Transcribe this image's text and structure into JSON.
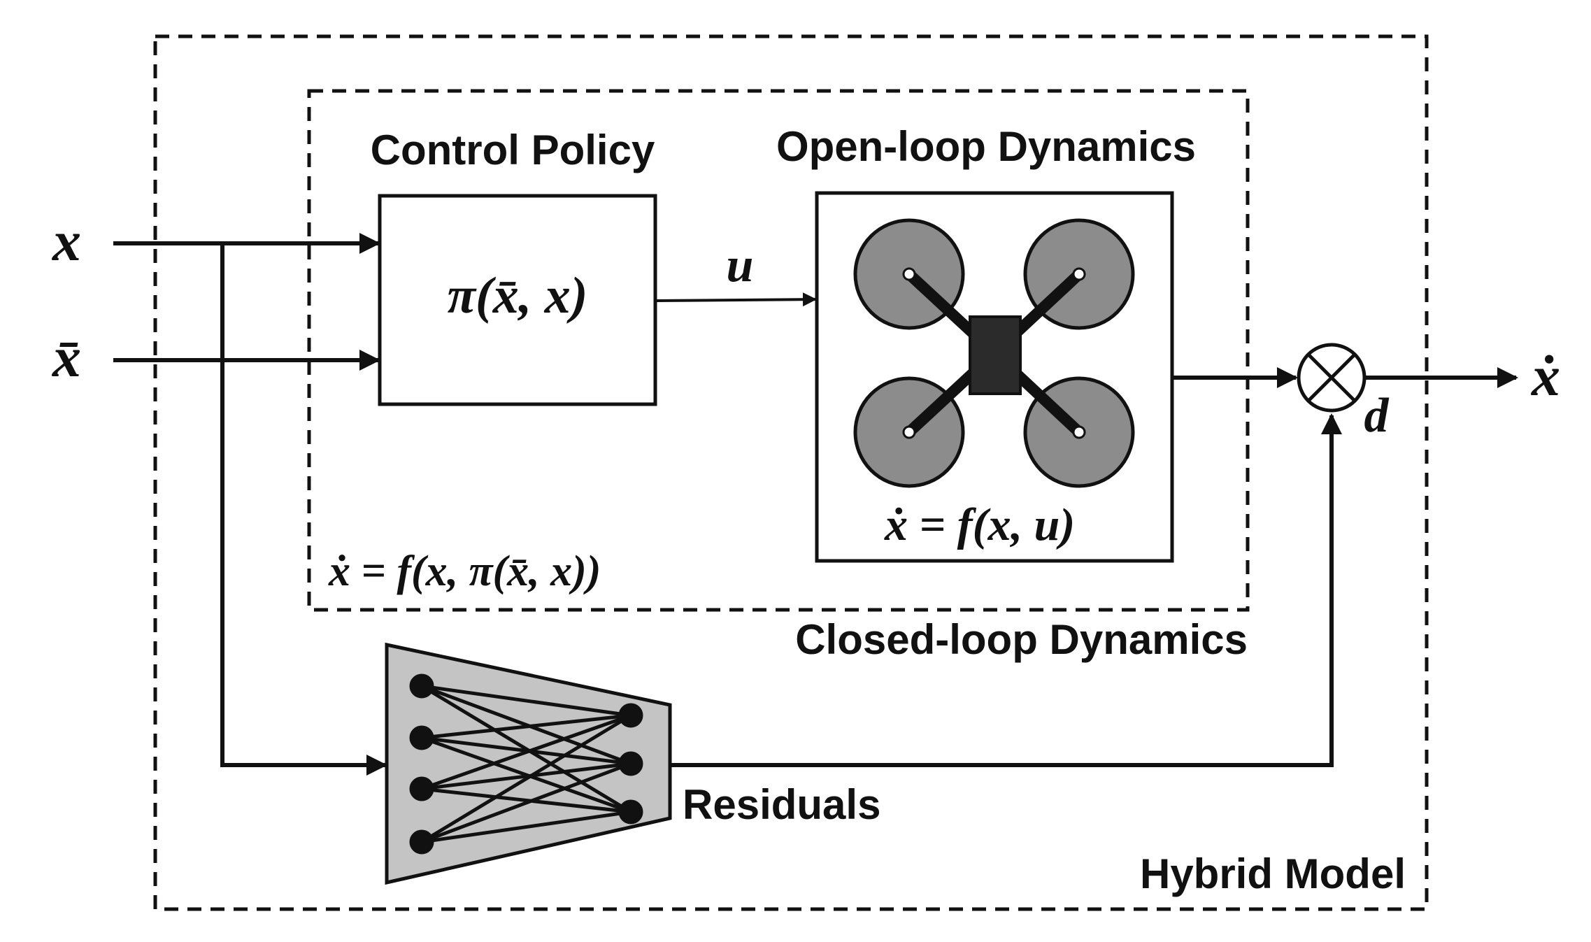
{
  "inputs": {
    "x": "x",
    "x_bar": "x̄"
  },
  "output": {
    "x_dot": "ẋ"
  },
  "hybrid_model": {
    "label": "Hybrid Model"
  },
  "closed_loop": {
    "label": "Closed-loop Dynamics",
    "equation": "ẋ = f(x, π(x̄, x))"
  },
  "control_policy": {
    "title": "Control Policy",
    "formula": "π(x̄, x)"
  },
  "control_signal": {
    "label": "u"
  },
  "open_loop": {
    "title": "Open-loop Dynamics",
    "equation": "ẋ = f(x, u)",
    "icon": "quadrotor-drone-icon"
  },
  "residuals": {
    "label": "Residuals",
    "icon": "neural-network-icon"
  },
  "combiner": {
    "symbol": "⊗",
    "disturbance_label": "d"
  },
  "colors": {
    "stroke": "#111111",
    "rotor_fill": "#8c8c8c",
    "drone_body": "#2b2b2b",
    "network_fill": "#c4c4c4",
    "background": "#ffffff"
  }
}
